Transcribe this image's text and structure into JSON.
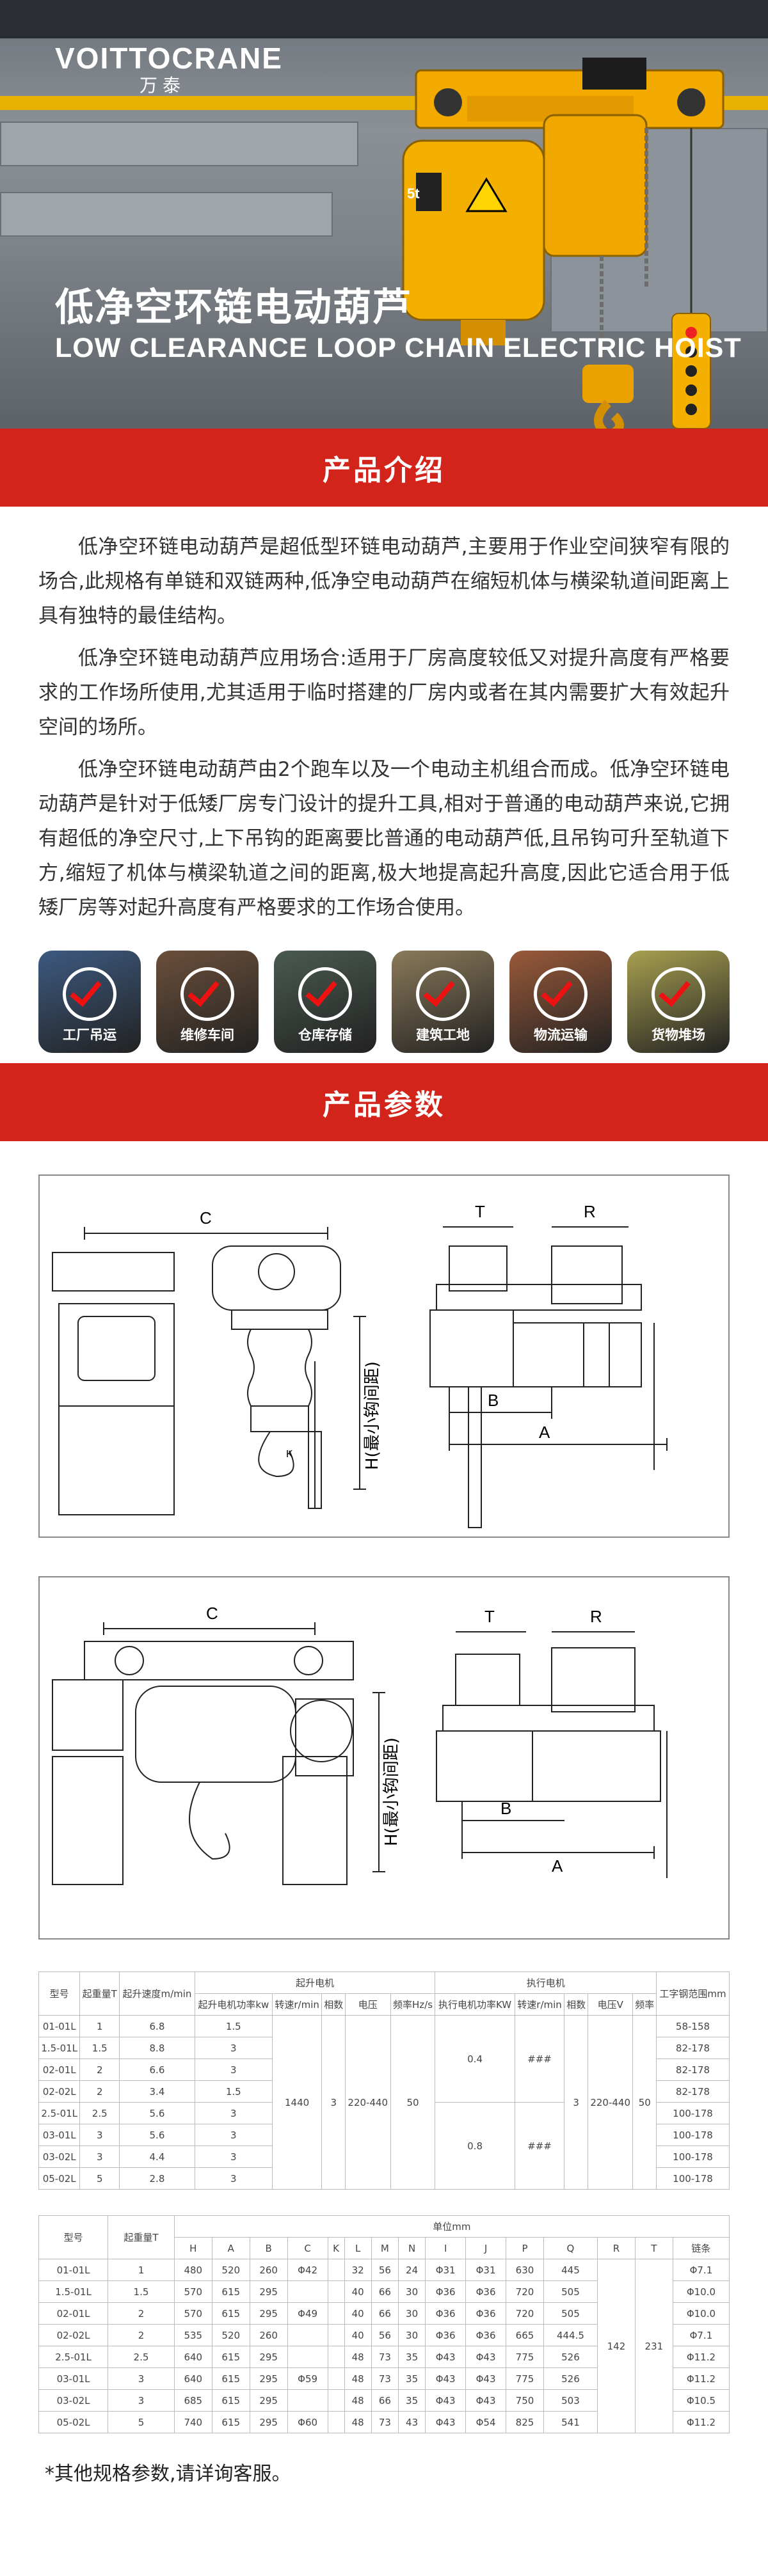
{
  "hero": {
    "brand": "VOITTOCRANE",
    "brand_sub": "万泰",
    "title_cn": "低净空环链电动葫芦",
    "title_en": "LOW CLEARANCE LOOP CHAIN ELECTRIC HOIST",
    "hoist_plate": "5t"
  },
  "section1": {
    "title": "产品介绍"
  },
  "intro": {
    "p1": "低净空环链电动葫芦是超低型环链电动葫芦,主要用于作业空间狭窄有限的场合,此规格有单链和双链两种,低净空电动葫芦在缩短机体与横梁轨道间距离上具有独特的最佳结构。",
    "p2": "低净空环链电动葫芦应用场合:适用于厂房高度较低又对提升高度有严格要求的工作场所使用,尤其适用于临时搭建的厂房内或者在其内需要扩大有效起升空间的场所。",
    "p3": "低净空环链电动葫芦由2个跑车以及一个电动主机组合而成。低净空环链电动葫芦是针对于低矮厂房专门设计的提升工具,相对于普通的电动葫芦来说,它拥有超低的净空尺寸,上下吊钩的距离要比普通的电动葫芦低,且吊钩可升至轨道下方,缩短了机体与横梁轨道之间的距离,极大地提高起升高度,因此它适合用于低矮厂房等对起升高度有严格要求的工作场合使用。"
  },
  "applications": [
    {
      "label": "工厂吊运",
      "color": "#3d5a80"
    },
    {
      "label": "维修车间",
      "color": "#6b4f3a"
    },
    {
      "label": "仓库存储",
      "color": "#4a5a4f"
    },
    {
      "label": "建筑工地",
      "color": "#8a7a5a"
    },
    {
      "label": "物流运输",
      "color": "#9a5a3a"
    },
    {
      "label": "货物堆场",
      "color": "#a8a050"
    }
  ],
  "section2": {
    "title": "产品参数"
  },
  "drawing1": {
    "c": "C",
    "t": "T",
    "r": "R",
    "h": "H(最小钩间距)",
    "a": "A",
    "b": "B",
    "k": "K"
  },
  "drawing2": {
    "c": "C",
    "t": "T",
    "r": "R",
    "h": "H(最小钩间距)",
    "a": "A",
    "b": "B"
  },
  "table1": {
    "h_model": "型号",
    "h_load": "起重量T",
    "h_speed": "起升速度m/min",
    "h_lift_motor": "起升电机",
    "h_travel_motor": "执行电机",
    "h_power": "起升电机功率kw",
    "h_rpm": "转速r/min",
    "h_phase": "相数",
    "h_volt": "电压",
    "h_freq": "频率Hz/s",
    "h_tpower": "执行电机功率KW",
    "h_trpm": "转速r/min",
    "h_tphase": "相数",
    "h_tvolt": "电压V",
    "h_tfreq": "频率",
    "h_range": "工字钢范围mm",
    "rpm": "1440",
    "phase": "3",
    "volt": "220-440",
    "freq": "50",
    "tphase": "3",
    "tvolt": "220-440",
    "tfreq": "50",
    "rows": [
      {
        "model": "01-01L",
        "load": "1",
        "speed": "6.8",
        "power": "1.5",
        "range": "58-158"
      },
      {
        "model": "1.5-01L",
        "load": "1.5",
        "speed": "8.8",
        "power": "3",
        "range": "82-178"
      },
      {
        "model": "02-01L",
        "load": "2",
        "speed": "6.6",
        "power": "3",
        "range": "82-178"
      },
      {
        "model": "02-02L",
        "load": "2",
        "speed": "3.4",
        "power": "1.5",
        "range": "82-178"
      },
      {
        "model": "2.5-01L",
        "load": "2.5",
        "speed": "5.6",
        "power": "3",
        "range": "100-178"
      },
      {
        "model": "03-01L",
        "load": "3",
        "speed": "5.6",
        "power": "3",
        "range": "100-178"
      },
      {
        "model": "03-02L",
        "load": "3",
        "speed": "4.4",
        "power": "3",
        "range": "100-178"
      },
      {
        "model": "05-02L",
        "load": "5",
        "speed": "2.8",
        "power": "3",
        "range": "100-178"
      }
    ],
    "tpower_a": "0.4",
    "trpm_a": "###",
    "tpower_b": "0.8",
    "trpm_b": "###"
  },
  "table2": {
    "h_model": "型号",
    "h_load": "起重量T",
    "h_unit": "单位mm",
    "h_chain": "链条",
    "cols": [
      "H",
      "A",
      "B",
      "C",
      "K",
      "L",
      "M",
      "N",
      "I",
      "J",
      "P",
      "Q",
      "R",
      "T"
    ],
    "r_val": "142",
    "t_val": "231",
    "rows": [
      {
        "model": "01-01L",
        "load": "1",
        "H": "480",
        "A": "520",
        "B": "260",
        "C": "Φ42",
        "L": "32",
        "M": "56",
        "N": "24",
        "I": "Φ31",
        "J": "Φ31",
        "P": "630",
        "Q": "445",
        "chain": "Φ7.1"
      },
      {
        "model": "1.5-01L",
        "load": "1.5",
        "H": "570",
        "A": "615",
        "B": "295",
        "C": "",
        "L": "40",
        "M": "66",
        "N": "30",
        "I": "Φ36",
        "J": "Φ36",
        "P": "720",
        "Q": "505",
        "chain": "Φ10.0"
      },
      {
        "model": "02-01L",
        "load": "2",
        "H": "570",
        "A": "615",
        "B": "295",
        "C": "Φ49",
        "L": "40",
        "M": "66",
        "N": "30",
        "I": "Φ36",
        "J": "Φ36",
        "P": "720",
        "Q": "505",
        "chain": "Φ10.0"
      },
      {
        "model": "02-02L",
        "load": "2",
        "H": "535",
        "A": "520",
        "B": "260",
        "C": "",
        "L": "40",
        "M": "56",
        "N": "30",
        "I": "Φ36",
        "J": "Φ36",
        "P": "665",
        "Q": "444.5",
        "chain": "Φ7.1"
      },
      {
        "model": "2.5-01L",
        "load": "2.5",
        "H": "640",
        "A": "615",
        "B": "295",
        "C": "",
        "L": "48",
        "M": "73",
        "N": "35",
        "I": "Φ43",
        "J": "Φ43",
        "P": "775",
        "Q": "526",
        "chain": "Φ11.2"
      },
      {
        "model": "03-01L",
        "load": "3",
        "H": "640",
        "A": "615",
        "B": "295",
        "C": "Φ59",
        "L": "48",
        "M": "73",
        "N": "35",
        "I": "Φ43",
        "J": "Φ43",
        "P": "775",
        "Q": "526",
        "chain": "Φ11.2"
      },
      {
        "model": "03-02L",
        "load": "3",
        "H": "685",
        "A": "615",
        "B": "295",
        "C": "",
        "L": "48",
        "M": "66",
        "N": "35",
        "I": "Φ43",
        "J": "Φ43",
        "P": "750",
        "Q": "503",
        "chain": "Φ10.5"
      },
      {
        "model": "05-02L",
        "load": "5",
        "H": "740",
        "A": "615",
        "B": "295",
        "C": "Φ60",
        "L": "48",
        "M": "73",
        "N": "43",
        "I": "Φ43",
        "J": "Φ54",
        "P": "825",
        "Q": "541",
        "chain": "Φ11.2"
      }
    ]
  },
  "footnote": "*其他规格参数,请详询客服。"
}
